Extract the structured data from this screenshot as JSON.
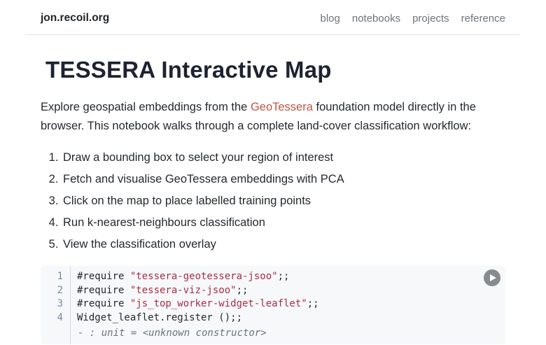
{
  "header": {
    "site_title": "jon.recoil.org",
    "nav_items": [
      {
        "label": "blog"
      },
      {
        "label": "notebooks"
      },
      {
        "label": "projects"
      },
      {
        "label": "reference"
      }
    ]
  },
  "article": {
    "title": "TESSERA Interactive Map",
    "intro": {
      "text_before_link": "Explore geospatial embeddings from the ",
      "link_text": "GeoTessera",
      "text_after_link": " foundation model directly in the browser. This notebook walks through a complete land-cover classification workflow:"
    },
    "steps": [
      {
        "label": "Draw a bounding box to select your region of interest"
      },
      {
        "label": "Fetch and visualise GeoTessera embeddings with PCA"
      },
      {
        "label": "Click on the map to place labelled training points"
      },
      {
        "label": "Run k-nearest-neighbours classification"
      },
      {
        "label": "View the classification overlay"
      }
    ],
    "code_cell": {
      "run_icon": "play-icon",
      "lines": [
        {
          "number": "1",
          "head": "#require ",
          "string": "\"tessera-geotessera-jsoo\"",
          "tail": ";;"
        },
        {
          "number": "2",
          "head": "#require ",
          "string": "\"tessera-viz-jsoo\"",
          "tail": ";;"
        },
        {
          "number": "3",
          "head": "#require ",
          "string": "\"js_top_worker-widget-leaflet\"",
          "tail": ";;"
        },
        {
          "number": "4",
          "head": "Widget_leaflet.register ();;",
          "string": "",
          "tail": ""
        }
      ],
      "output": "- : unit = <unknown constructor>"
    }
  },
  "colors": {
    "link_accent": "#bf5540",
    "code_string": "#a82e44",
    "code_background": "#f6f8fa",
    "nav_text": "#6c757d",
    "line_number": "#7b8aa0",
    "run_button": "#868b90"
  }
}
